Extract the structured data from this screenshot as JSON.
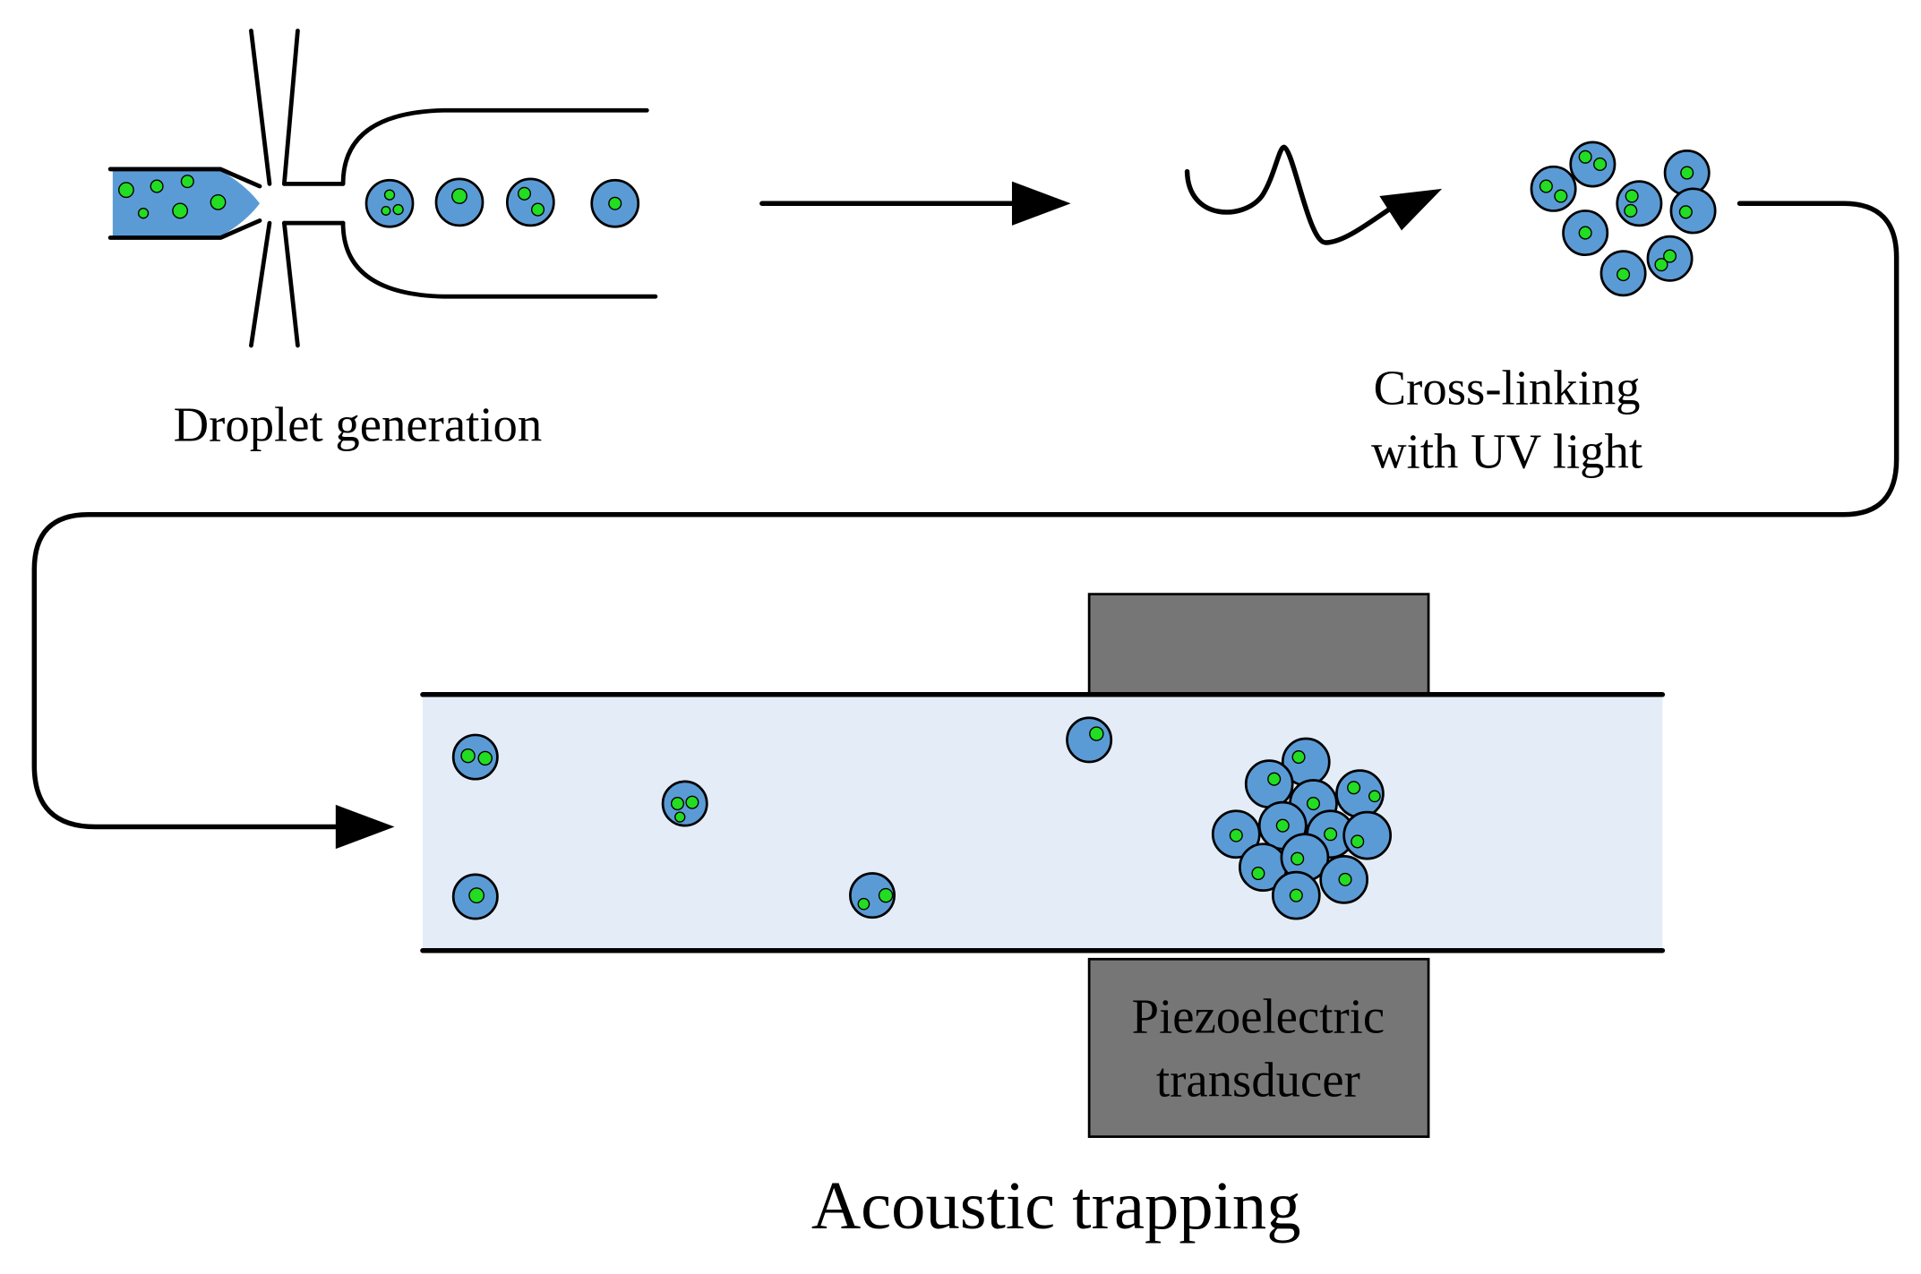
{
  "labels": {
    "droplet_generation": "Droplet generation",
    "crosslinking_line1": "Cross-linking",
    "crosslinking_line2": "with UV light",
    "transducer_line1": "Piezoelectric",
    "transducer_line2": "transducer",
    "acoustic_trapping": "Acoustic trapping"
  },
  "colors": {
    "droplet_fill": "#5b9bd5",
    "cell_fill": "#22dd22",
    "channel_fill": "#e4edf7",
    "transducer_fill": "#767676",
    "line": "#000000"
  },
  "icons": {
    "uv_light": "wavy-arrow-icon",
    "flow": "arrow-icon"
  }
}
